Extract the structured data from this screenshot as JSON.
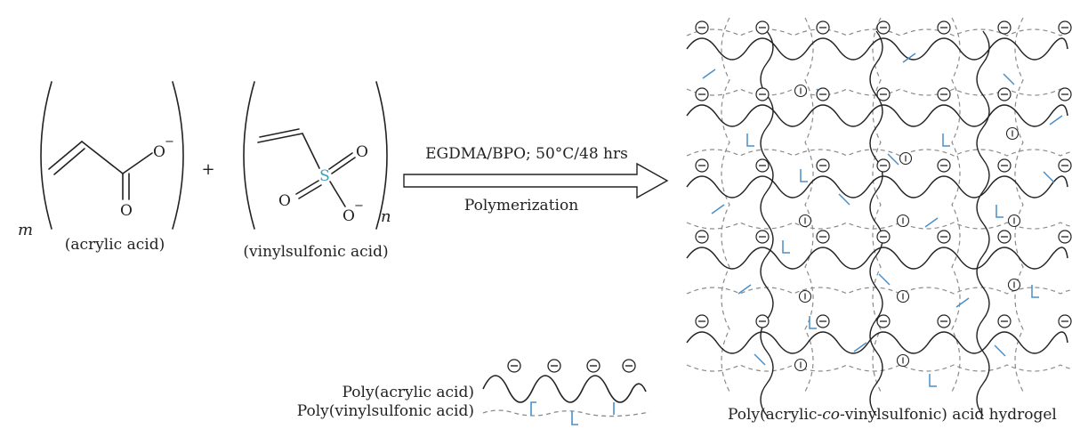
{
  "reaction": {
    "multiplier_m": "m",
    "multiplier_n": "n",
    "plus": "+",
    "acrylic": {
      "name": "(acrylic acid)",
      "atom_o_top": "O",
      "charge_top": "−",
      "atom_o_bottom": "O"
    },
    "vinylsulfonic": {
      "name": "(vinylsulfonic acid)",
      "atom_s": "S",
      "atom_o_right": "O",
      "atom_o_left": "O",
      "atom_o_bottom": "O",
      "charge_bottom": "−"
    },
    "conditions": "EGDMA/BPO; 50°C/48 hrs",
    "process": "Polymerization"
  },
  "legend": {
    "paa": "Poly(acrylic acid)",
    "pvs": "Poly(vinylsulfonic acid)",
    "minus": "−"
  },
  "product": {
    "caption_pre": "Poly(acrylic-",
    "caption_co": "co",
    "caption_post": "-vinylsulfonic) acid hydrogel",
    "charge": "−",
    "link_mark": "I"
  },
  "colors": {
    "bond": "#222222",
    "sulfur": "#3aa0b8",
    "pvs_chain": "#8a8a8a",
    "sulfonate_tick": "#4a8fc8"
  },
  "icons": {
    "arrow": "hollow-right-arrow",
    "anion": "minus-circle-icon",
    "crosslink": "crosslink-circle-icon"
  }
}
